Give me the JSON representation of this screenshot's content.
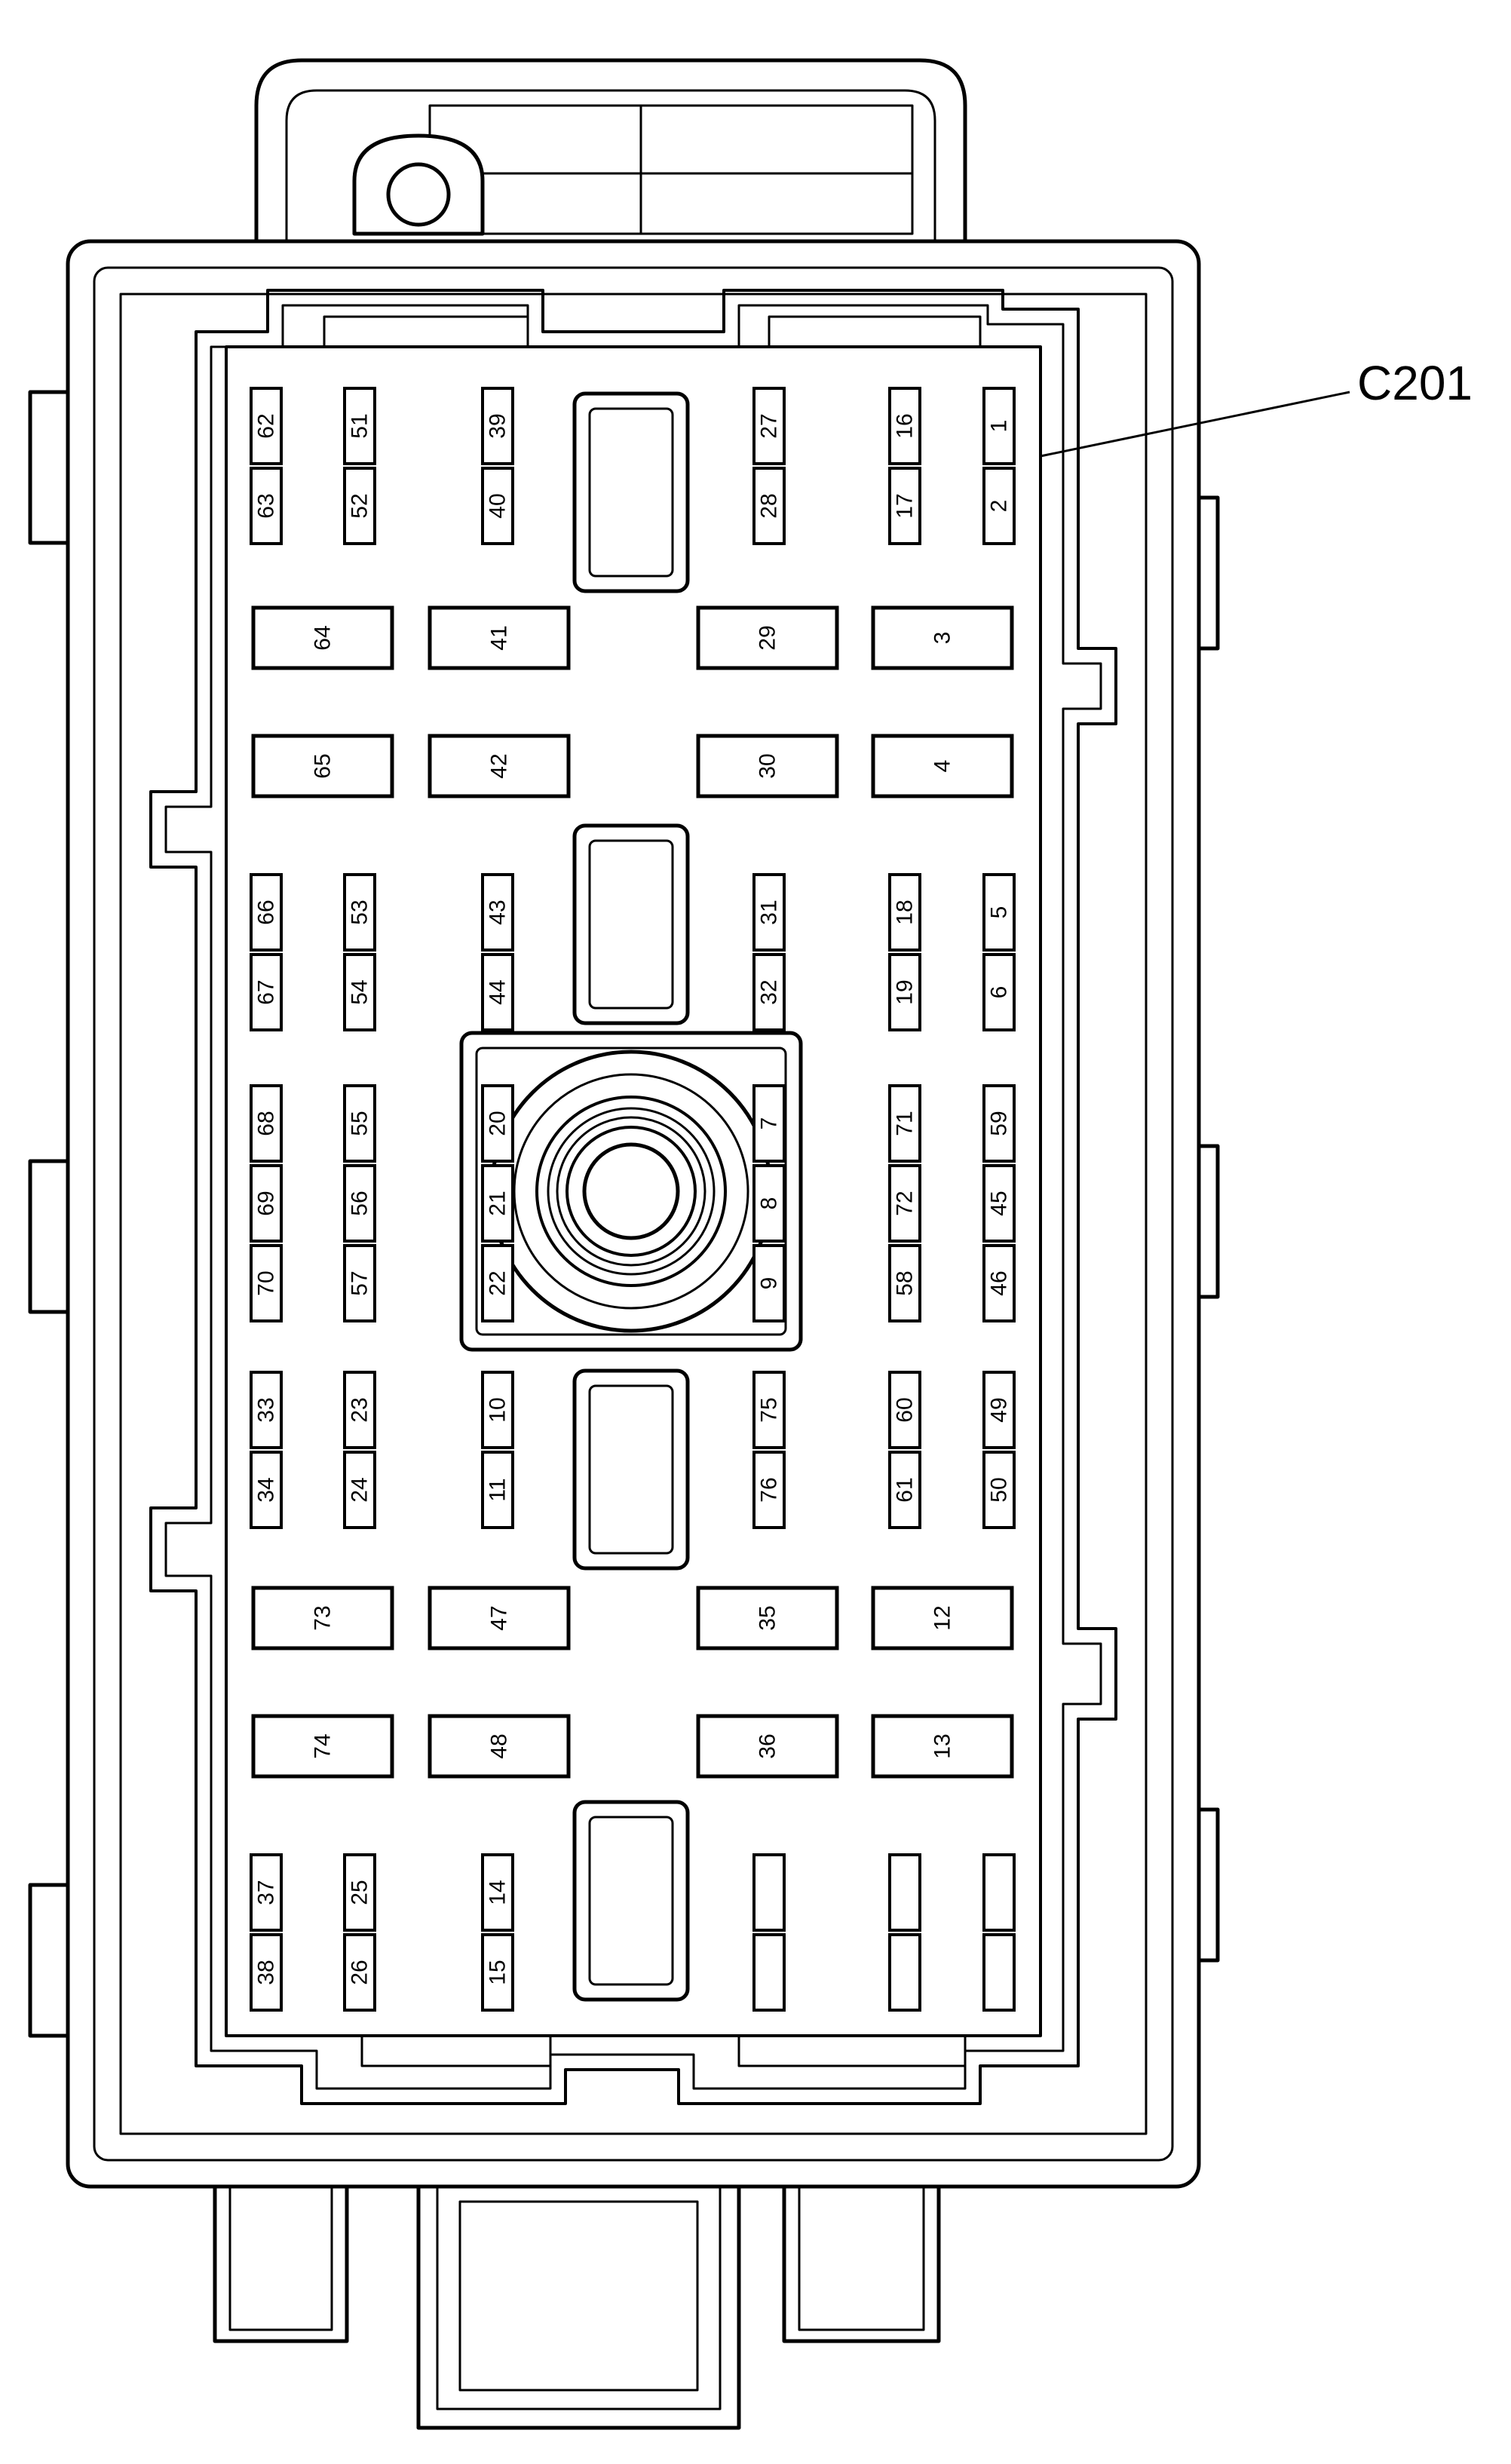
{
  "connector_label": "C201",
  "big_fuses": [
    "64",
    "41",
    "29",
    "3",
    "65",
    "42",
    "30",
    "4",
    "73",
    "47",
    "35",
    "12",
    "74",
    "48",
    "36",
    "13"
  ],
  "mini_fuses": [
    "62",
    "63",
    "51",
    "52",
    "39",
    "40",
    "27",
    "28",
    "16",
    "17",
    "1",
    "2",
    "66",
    "67",
    "53",
    "54",
    "43",
    "44",
    "31",
    "32",
    "18",
    "19",
    "5",
    "6",
    "68",
    "69",
    "70",
    "55",
    "56",
    "57",
    "20",
    "21",
    "22",
    "7",
    "8",
    "9",
    "71",
    "72",
    "58",
    "59",
    "45",
    "46",
    "33",
    "34",
    "23",
    "24",
    "10",
    "11",
    "75",
    "76",
    "60",
    "61",
    "49",
    "50",
    "37",
    "38",
    "25",
    "26",
    "14",
    "15"
  ]
}
